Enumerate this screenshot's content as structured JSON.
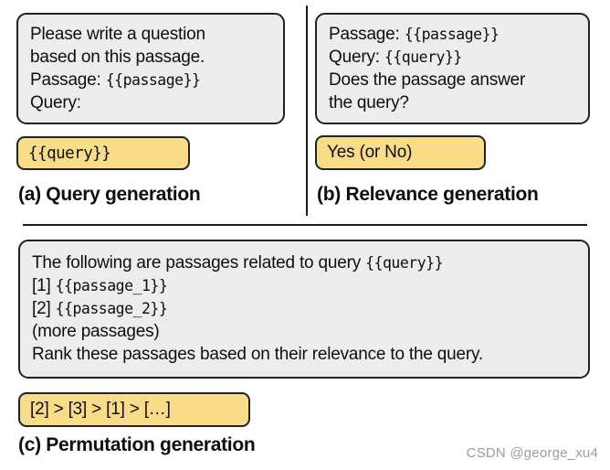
{
  "colors": {
    "box_fill": "#ededed",
    "box_border": "#222222",
    "output_fill": "#f9dc88",
    "divider": "#1c1c1c",
    "watermark_color": "#9d9d9d"
  },
  "panels": {
    "a": {
      "caption": "(a) Query generation",
      "prompt_lines": [
        [
          {
            "text": "Please write a question"
          }
        ],
        [
          {
            "text": "based on this passage."
          }
        ],
        [
          {
            "text": "Passage: "
          },
          {
            "text": "{{passage}}",
            "mono": true
          }
        ],
        [
          {
            "text": "Query:"
          }
        ]
      ],
      "output_lines": [
        [
          {
            "text": "{{query}}",
            "mono": true
          }
        ]
      ]
    },
    "b": {
      "caption": "(b) Relevance generation",
      "prompt_lines": [
        [
          {
            "text": "Passage: "
          },
          {
            "text": "{{passage}}",
            "mono": true
          }
        ],
        [
          {
            "text": "Query: "
          },
          {
            "text": "{{query}}",
            "mono": true
          }
        ],
        [
          {
            "text": "Does the passage answer"
          }
        ],
        [
          {
            "text": "the query?"
          }
        ]
      ],
      "output_lines": [
        [
          {
            "text": "Yes (or No)"
          }
        ]
      ]
    },
    "c": {
      "caption": "(c) Permutation generation",
      "prompt_lines": [
        [
          {
            "text": "The following are passages related to query "
          },
          {
            "text": "{{query}}",
            "mono": true
          }
        ],
        [
          {
            "text": "[1] "
          },
          {
            "text": "{{passage_1}}",
            "mono": true
          }
        ],
        [
          {
            "text": "[2] "
          },
          {
            "text": "{{passage_2}}",
            "mono": true
          }
        ],
        [
          {
            "text": "(more passages)"
          }
        ],
        [
          {
            "text": "Rank these passages based on their relevance to the query."
          }
        ]
      ],
      "output_lines": [
        [
          {
            "text": "[2] > [3] > [1] > […]"
          }
        ]
      ]
    }
  },
  "watermark": "CSDN @george_xu4"
}
